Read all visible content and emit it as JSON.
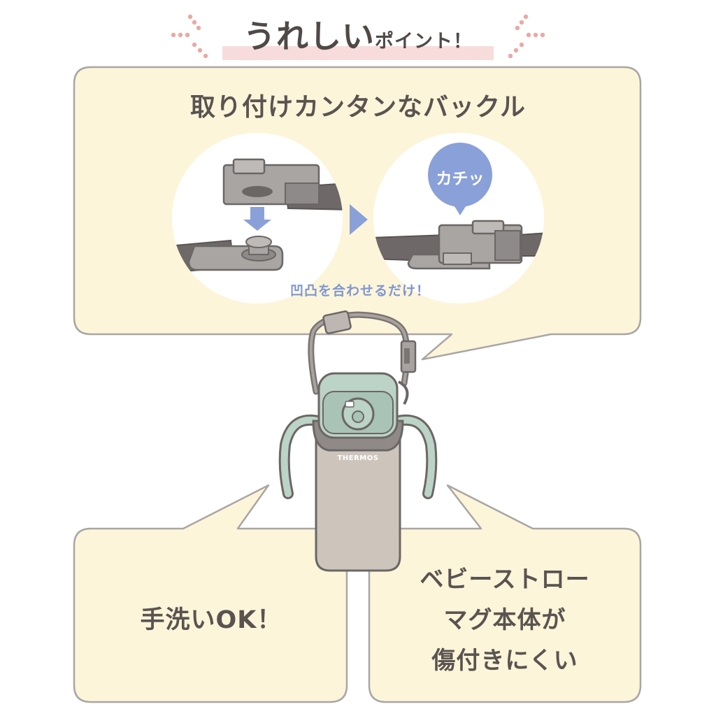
{
  "header": {
    "title_main": "うれしい",
    "title_sub": "ポイント！"
  },
  "top_panel": {
    "title": "取り付けカンタンなバックル",
    "click_bubble": "カチッ",
    "caption": "凹凸を合わせるだけ！"
  },
  "bottom_left_panel": {
    "text": "手洗いOK！"
  },
  "bottom_right_panel": {
    "lines": [
      "ベビーストロー",
      "マグ本体が",
      "傷付きにくい"
    ]
  },
  "product": {
    "brand": "THERMOS"
  },
  "colors": {
    "panel_fill": "#fdf5da",
    "panel_stroke": "#a9a6a4",
    "accent_blue": "#8aa0d8",
    "header_band": "#f8dcdc",
    "sparkle": "#e9a9a4",
    "bottle_body": "#cdc5bc",
    "bottle_lid": "#bcd3c7",
    "strap": "#7a7472"
  }
}
